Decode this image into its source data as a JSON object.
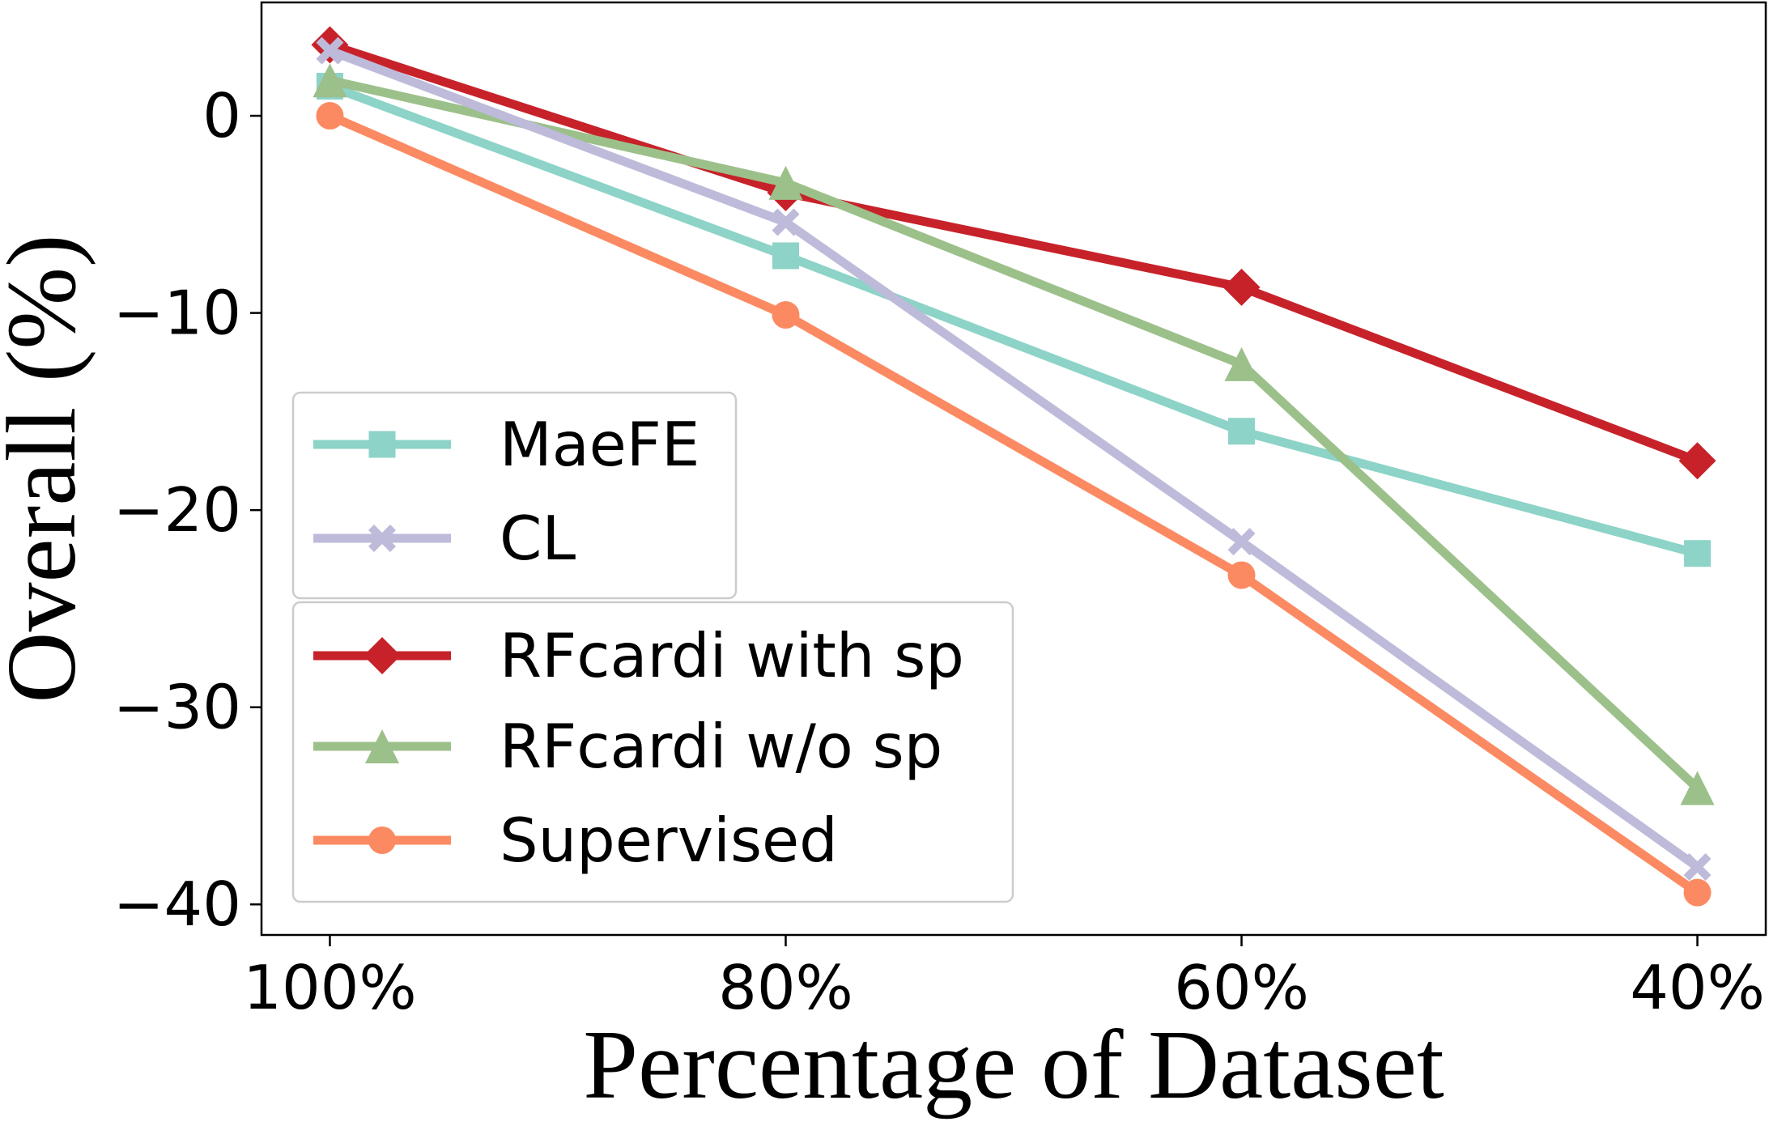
{
  "chart_data": {
    "type": "line",
    "categories": [
      "100%",
      "80%",
      "60%",
      "40%"
    ],
    "xlabel": "Percentage of Dataset",
    "ylabel": "Overall (%)",
    "ylim": [
      -41.55,
      5.75
    ],
    "yticks": [
      0,
      -10,
      -20,
      -30,
      -40
    ],
    "ytick_labels": [
      "0",
      "−10",
      "−20",
      "−30",
      "−40"
    ],
    "grid": false,
    "legend": {
      "placement": "left",
      "groups": [
        [
          0,
          1
        ],
        [
          2,
          3,
          4
        ]
      ]
    },
    "series": [
      {
        "name": "MaeFE",
        "color": "#8dd3c7",
        "marker": "square",
        "values": [
          1.5,
          -7.1,
          -16.0,
          -22.2
        ]
      },
      {
        "name": "CL",
        "color": "#bebada",
        "marker": "x",
        "values": [
          3.3,
          -5.4,
          -21.6,
          -38.1
        ]
      },
      {
        "name": "RFcardi with sp",
        "color": "#c7222a",
        "marker": "diamond",
        "values": [
          3.6,
          -3.9,
          -8.7,
          -17.5
        ]
      },
      {
        "name": "RFcardi w/o sp",
        "color": "#9cc08a",
        "marker": "triangle",
        "values": [
          1.8,
          -3.4,
          -12.6,
          -34.1
        ]
      },
      {
        "name": "Supervised",
        "color": "#fb8a62",
        "marker": "circle",
        "values": [
          0,
          -10.1,
          -23.3,
          -39.4
        ]
      }
    ]
  }
}
